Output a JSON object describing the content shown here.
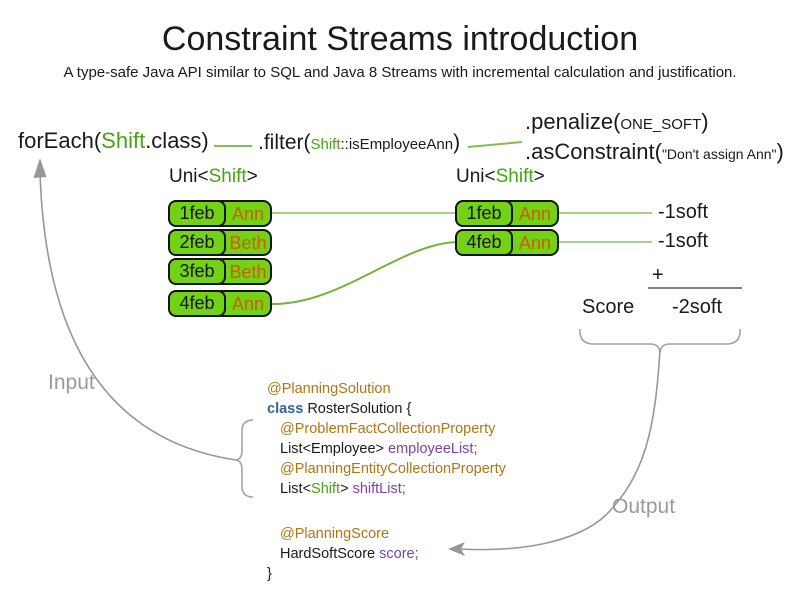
{
  "title": "Constraint Streams introduction",
  "subtitle": "A type-safe Java API similar to SQL and Java 8 Streams with incremental calculation and justification.",
  "pipeline": {
    "foreach": {
      "pre": "forEach(",
      "cls": "Shift",
      "post": ".class)"
    },
    "filter": {
      "pre": ".filter(",
      "cls": "Shift",
      "mid": "::isEmployeeAnn",
      "post": ")"
    },
    "penalize": {
      "pre": ".penalize(",
      "arg": "ONE_SOFT",
      "post": ")"
    },
    "asconstraint": {
      "pre": ".asConstraint(",
      "arg": "\"Don't assign Ann\"",
      "post": ")"
    }
  },
  "tables": {
    "left": {
      "type_label": {
        "pre": "Uni<",
        "cls": "Shift",
        "post": ">"
      },
      "rows": [
        {
          "date": "1feb",
          "name": "Ann"
        },
        {
          "date": "2feb",
          "name": "Beth"
        },
        {
          "date": "3feb",
          "name": "Beth"
        },
        {
          "date": "4feb",
          "name": "Ann"
        }
      ]
    },
    "right": {
      "type_label": {
        "pre": "Uni<",
        "cls": "Shift",
        "post": ">"
      },
      "rows": [
        {
          "date": "1feb",
          "name": "Ann"
        },
        {
          "date": "4feb",
          "name": "Ann"
        }
      ]
    }
  },
  "scores": {
    "penalties": [
      "-1soft",
      "-1soft"
    ],
    "plus": "+",
    "score_label": "Score",
    "total": "-2soft"
  },
  "labels": {
    "input": "Input",
    "output": "Output"
  },
  "code": {
    "l1": "@PlanningSolution",
    "l2kw": "class",
    "l2rest": " RosterSolution {",
    "l3": "@ProblemFactCollectionProperty",
    "l4a": "List<Employee> ",
    "l4b": "employeeList;",
    "l5": "@PlanningEntityCollectionProperty",
    "l6a": "List<",
    "l6cls": "Shift",
    "l6b": "> ",
    "l6c": "shiftList;",
    "l7": "@PlanningScore",
    "l8a": "HardSoftScore ",
    "l8b": "score;",
    "l9": "}"
  },
  "colors": {
    "box_green": "#73d216",
    "text_green": "#46a410",
    "employee_orange": "#ce5c00",
    "connector_light_green": "#a6d383",
    "connector_green": "#74b339",
    "annotation_brown": "#b07514",
    "keyword_blue": "#2f64a7",
    "field_purple": "#7d42a8",
    "gray": "#9b9b9b"
  }
}
